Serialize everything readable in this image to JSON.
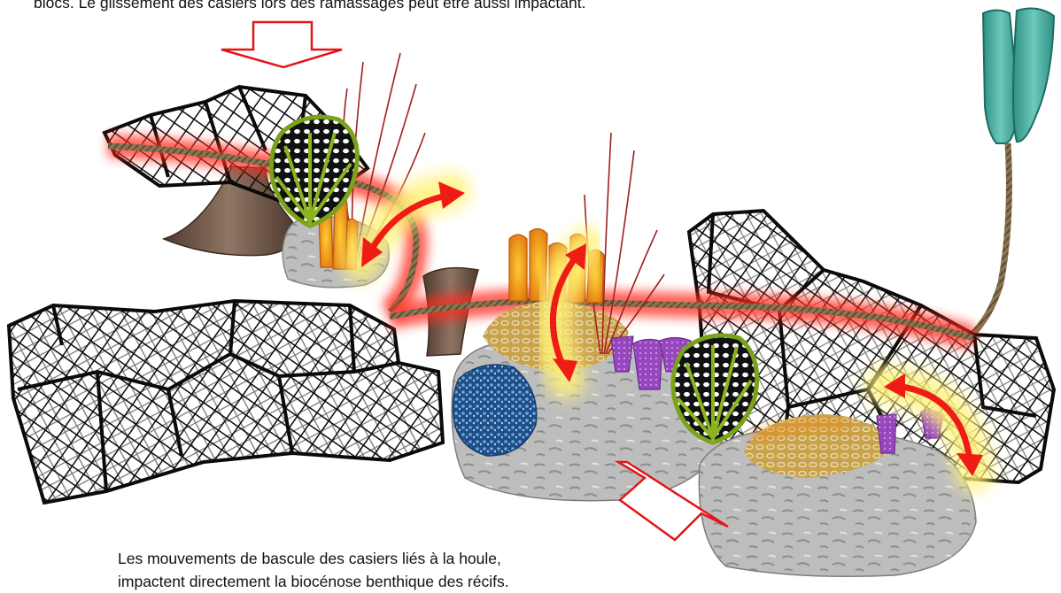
{
  "caption_top": "blocs. Le glissement des casiers lors des ramassages peut être aussi impactant.",
  "caption_bottom": [
    "Les mouvements de bascule des casiers liés à la houle,",
    "impactent directement la biocénose benthique des récifs."
  ],
  "colors": {
    "trap_mesh": "#0a0a0a",
    "rope": "#8a7552",
    "rope_glow": "#ff2a1f",
    "motion_arrow": "#ef1c15",
    "arrow_halo": "#fff27a",
    "rock": "#b9b9b9",
    "gorgonian_fan": "#8bb320",
    "orange_sponge": "#f39a16",
    "purple_sponge": "#9b4fc0",
    "blue_urchin_sponge": "#2b5f9c",
    "buoy": "#3aa79a",
    "red_sea_whip": "#a02020",
    "brown_cone_sponge": "#6b5444"
  },
  "icons": {
    "down_arrow": "hollow-down-arrow-icon",
    "up_arrow": "hollow-up-arrow-icon",
    "motion_arrow": "curved-double-arrow-icon"
  }
}
